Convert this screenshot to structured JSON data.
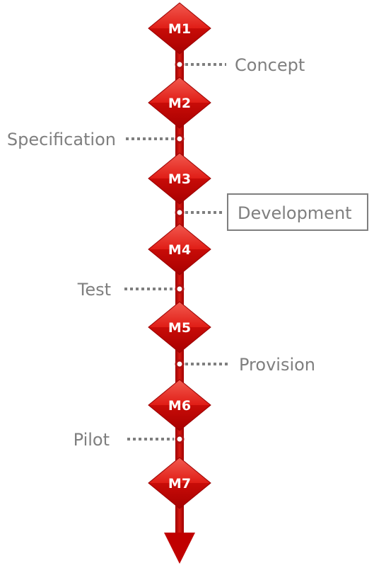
{
  "milestones": [
    {
      "label": "M1"
    },
    {
      "label": "M2"
    },
    {
      "label": "M3"
    },
    {
      "label": "M4"
    },
    {
      "label": "M5"
    },
    {
      "label": "M6"
    },
    {
      "label": "M7"
    }
  ],
  "phases": [
    {
      "label": "Concept",
      "side": "right",
      "highlighted": false
    },
    {
      "label": "Specification",
      "side": "left",
      "highlighted": false
    },
    {
      "label": "Development",
      "side": "right",
      "highlighted": true
    },
    {
      "label": "Test",
      "side": "left",
      "highlighted": false
    },
    {
      "label": "Provision",
      "side": "right",
      "highlighted": false
    },
    {
      "label": "Pilot",
      "side": "left",
      "highlighted": false
    }
  ],
  "colors": {
    "diamond_dark": "#b00000",
    "diamond_light": "#f0443a",
    "spine": "#c00000",
    "label_text": "#7f7f7f"
  }
}
